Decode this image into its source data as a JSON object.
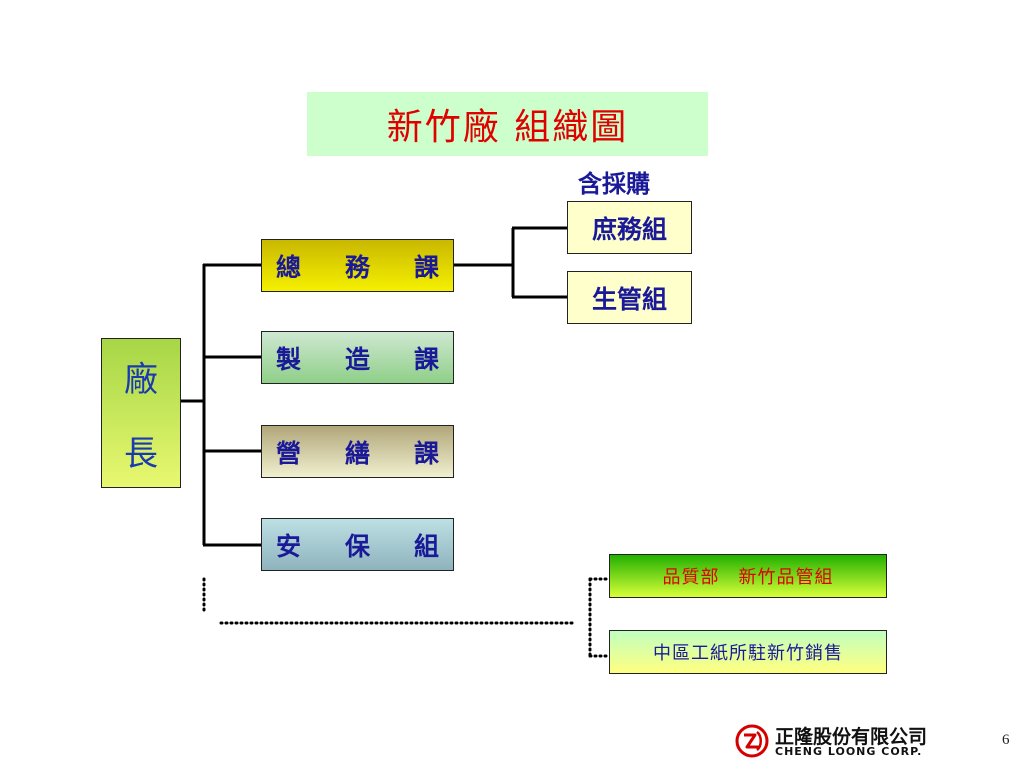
{
  "title": "新竹廠 組織圖",
  "note": "含採購",
  "head": {
    "chars": [
      "廠",
      "長"
    ]
  },
  "departments": [
    {
      "chars": [
        "總",
        "務",
        "課"
      ]
    },
    {
      "chars": [
        "製",
        "造",
        "課"
      ]
    },
    {
      "chars": [
        "營",
        "繕",
        "課"
      ]
    },
    {
      "chars": [
        "安",
        "保",
        "組"
      ]
    }
  ],
  "subgroups": [
    "庶務組",
    "生管組"
  ],
  "dotted_units": [
    "品質部　新竹品管組",
    "中區工紙所駐新竹銷售"
  ],
  "logo": {
    "cn": "正隆股份有限公司",
    "en": "CHENG LOONG CORP."
  },
  "page_number": "6",
  "colors": {
    "title_text": "#e00000",
    "body_text": "#1a1a99",
    "title_bg": "#ccffcc"
  }
}
